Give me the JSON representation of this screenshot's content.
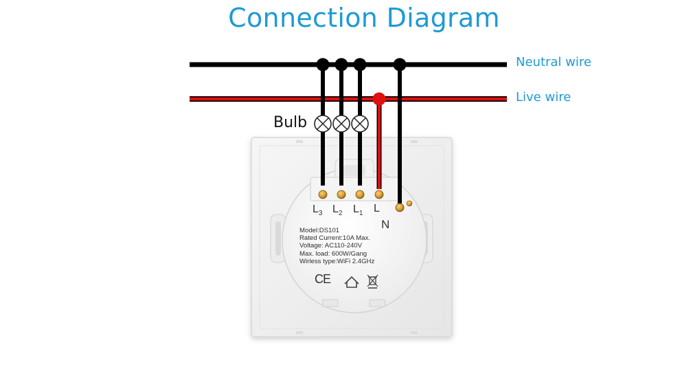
{
  "title": "Connection Diagram",
  "wires": {
    "neutral_label": "Neutral wire",
    "live_label": "Live wire",
    "neutral_color": "#000000",
    "live_color": "#e01010"
  },
  "bulb_label": "Bulb",
  "terminals": {
    "l3": {
      "letter": "L",
      "index": "3"
    },
    "l2": {
      "letter": "L",
      "index": "2"
    },
    "l1": {
      "letter": "L",
      "index": "1"
    },
    "l": "L",
    "n": "N"
  },
  "specs": [
    "Model:DS101",
    "Rated Current:10A Max.",
    "Voltage: AC110-240V",
    "Max. load: 600W/Gang",
    "Wirless type:WiFi 2.4GHz"
  ],
  "certifications": [
    "CE",
    "home-icon",
    "weee-bin-icon"
  ],
  "accent_color": "#1d9ad6"
}
